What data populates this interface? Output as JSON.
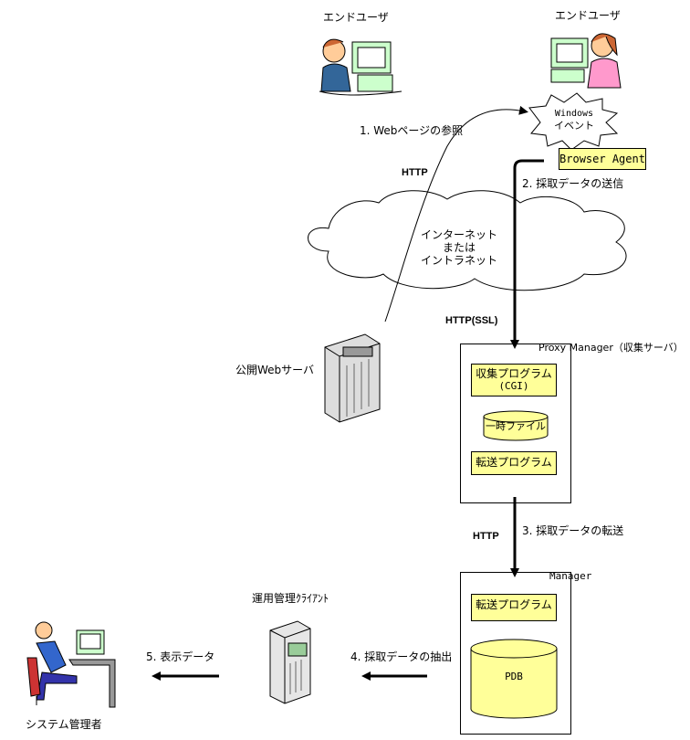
{
  "labels": {
    "end_user_left": "エンドユーザ",
    "end_user_right": "エンドユーザ",
    "windows_event_1": "Windows",
    "windows_event_2": "イベント",
    "browser_agent": "Browser Agent",
    "step1": "1. Webページの参照",
    "step2": "2. 採取データの送信",
    "http_top": "HTTP",
    "internet_line1": "インターネット",
    "internet_line2": "または",
    "internet_line3": "イントラネット",
    "http_ssl": "HTTP(SSL)",
    "public_web_server": "公開Webサーバ",
    "proxy_manager": "Proxy Manager（収集サーバ）",
    "collect_program_1": "収集プログラム",
    "collect_program_2": "(CGI)",
    "temp_file": "一時ファイル",
    "transfer_program_proxy": "転送プログラム",
    "http_mid": "HTTP",
    "step3": "3. 採取データの転送",
    "manager": "Manager",
    "transfer_program_manager": "転送プログラム",
    "pdb": "PDB",
    "ops_client": "運用管理ｸﾗｲｱﾝﾄ",
    "step4": "4. 採取データの抽出",
    "step5": "5. 表示データ",
    "sys_admin": "システム管理者"
  },
  "colors": {
    "box_fill": "#ffff99",
    "line": "#000000"
  },
  "icons": [
    "user-with-computer-icon",
    "server-icon",
    "client-workstation-icon",
    "admin-at-desk-icon",
    "cloud-icon"
  ]
}
